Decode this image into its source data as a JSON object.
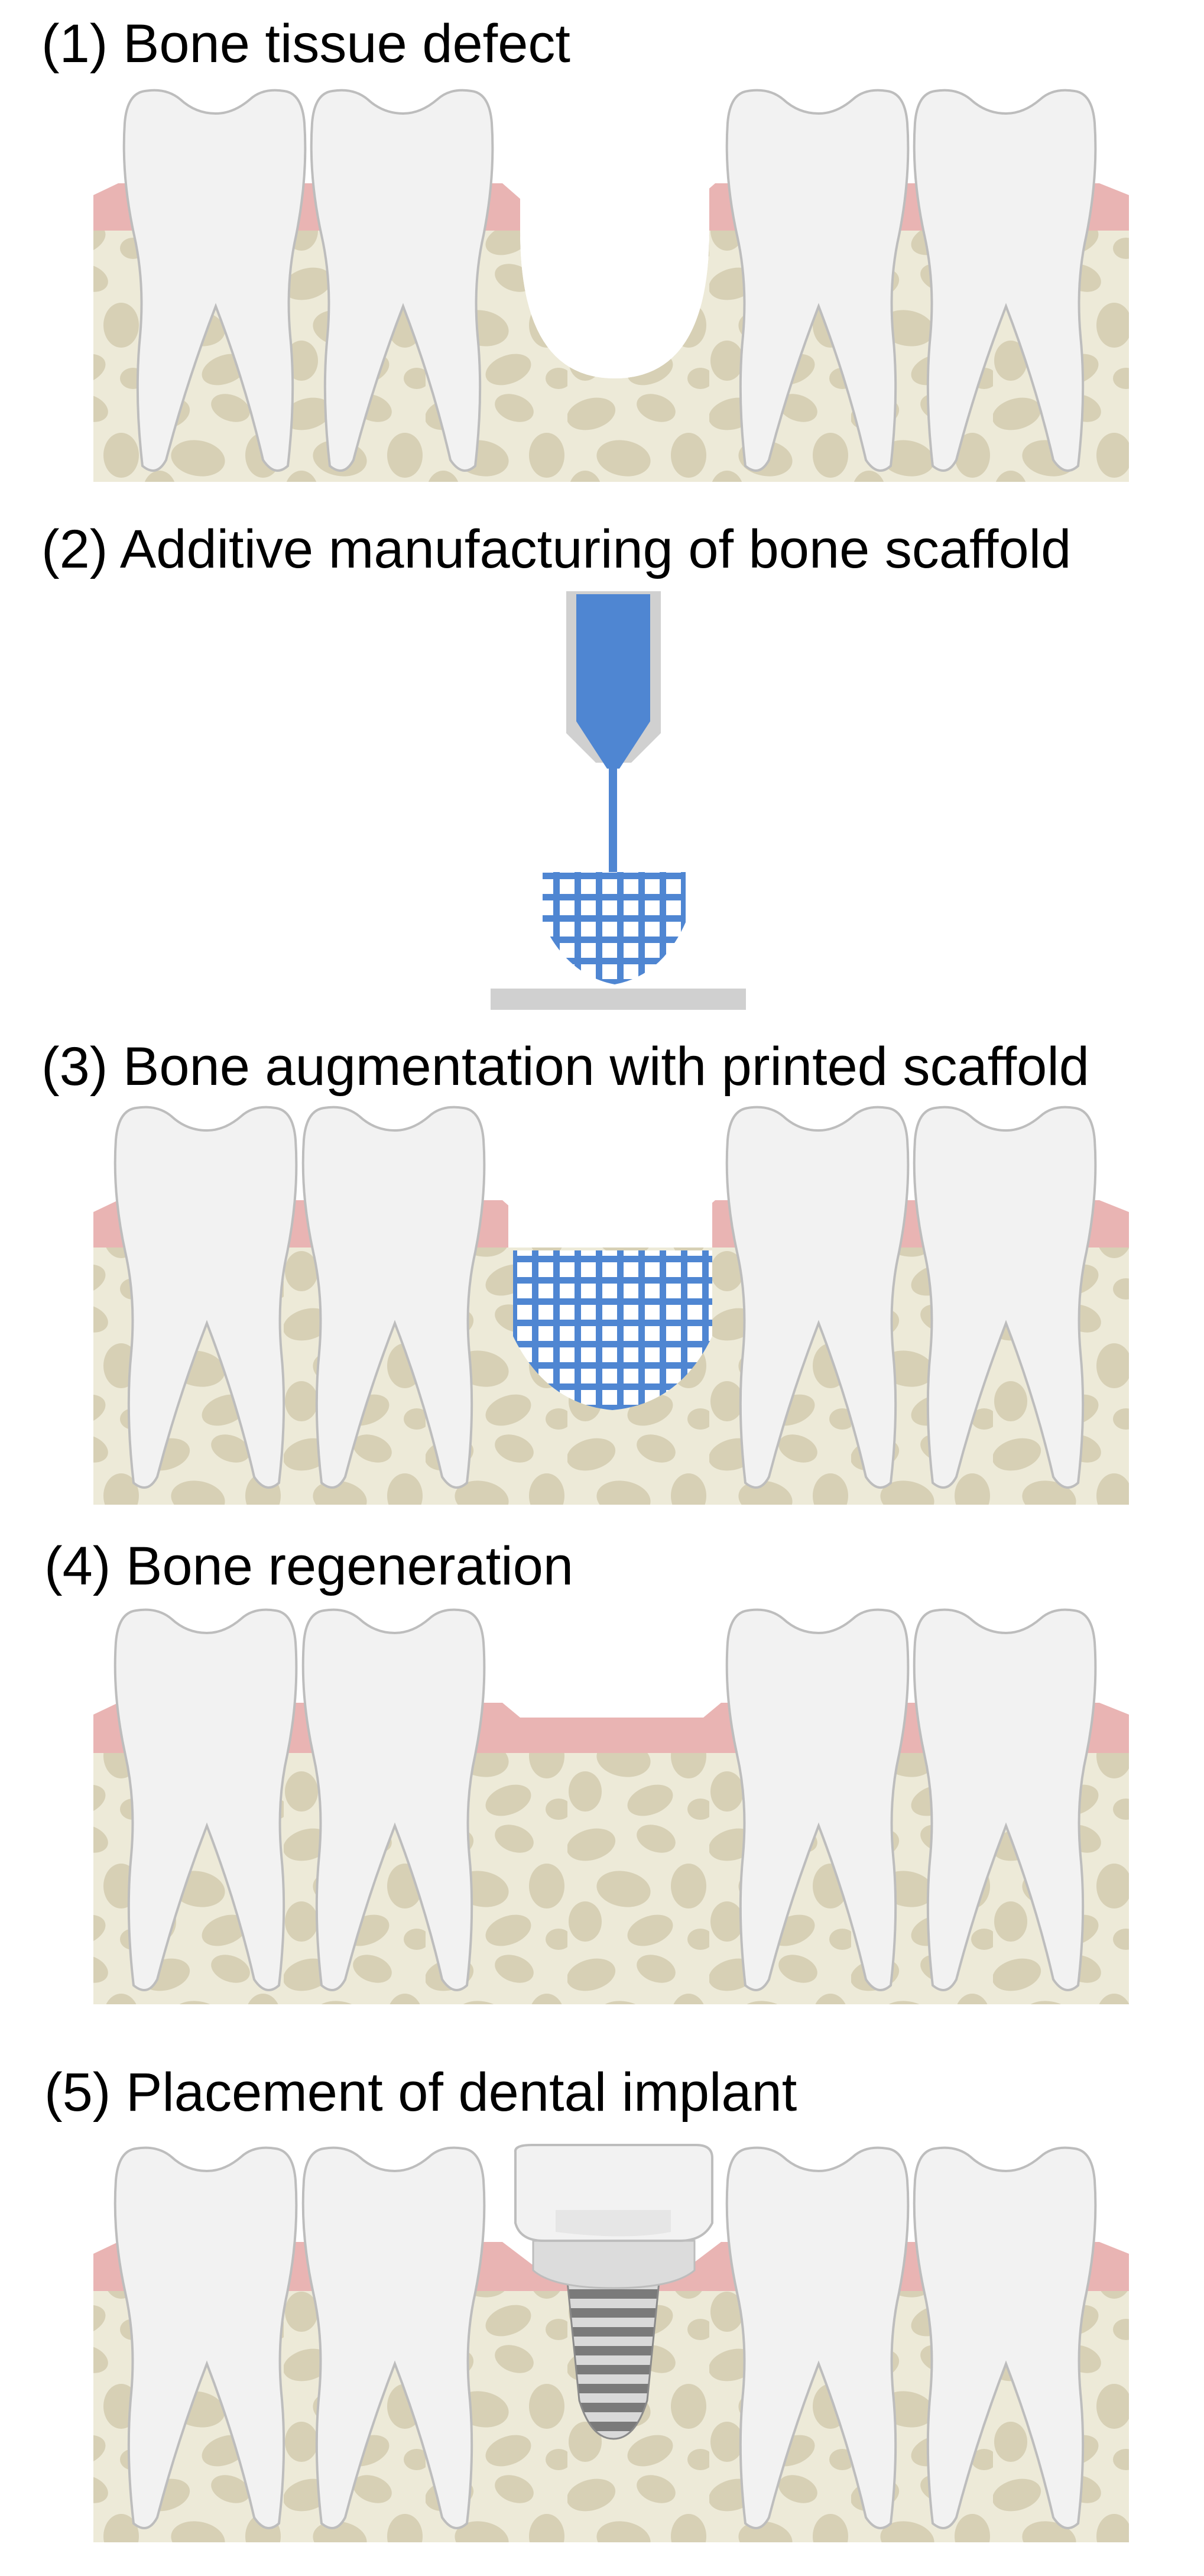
{
  "panels": [
    {
      "id": "1",
      "caption": "(1) Bone tissue defect"
    },
    {
      "id": "2",
      "caption": "(2) Additive manufacturing of bone scaffold"
    },
    {
      "id": "3",
      "caption": "(3) Bone augmentation with printed scaffold"
    },
    {
      "id": "4",
      "caption": "(4) Bone regeneration"
    },
    {
      "id": "5",
      "caption": "(5) Placement of dental implant"
    }
  ],
  "colors": {
    "bone": "#EDEAD8",
    "bone_patch": "#D7D0B5",
    "gum": "#E9B4B3",
    "tooth_fill": "#F2F2F2",
    "tooth_outline": "#BDBDBD",
    "scaffold": "#4F86D2",
    "nozzle_gray": "#D0D0D0",
    "implant_dark": "#7A7A7A",
    "implant_light": "#D9D9D9"
  },
  "icons": [
    "tooth-icon",
    "nozzle-icon",
    "scaffold-icon",
    "implant-icon"
  ]
}
